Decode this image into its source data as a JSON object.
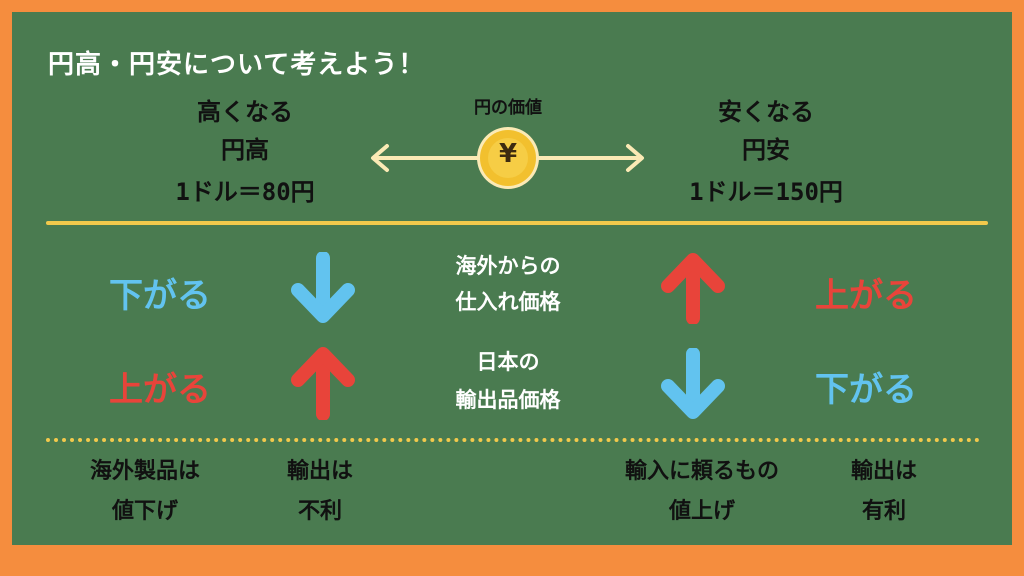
{
  "title": "円高・円安について考えよう！",
  "top": {
    "left_line1": "高くなる",
    "left_line2": "円高",
    "left_rate": "1ドル＝80円",
    "center_label": "円の価値",
    "yen_symbol": "¥",
    "right_line1": "安くなる",
    "right_line2": "円安",
    "right_rate": "1ドル＝150円"
  },
  "rows": [
    {
      "label_line1": "海外からの",
      "label_line2": "仕入れ価格",
      "left_text": "下がる",
      "left_dir": "down",
      "right_text": "上がる",
      "right_dir": "up"
    },
    {
      "label_line1": "日本の",
      "label_line2": "輸出品価格",
      "left_text": "上がる",
      "left_dir": "up",
      "right_text": "下がる",
      "right_dir": "down"
    }
  ],
  "bottom": {
    "c1_line1": "海外製品は",
    "c1_line2": "値下げ",
    "c2_line1": "輸出は",
    "c2_line2": "不利",
    "c3_line1": "輸入に頼るもの",
    "c3_line2": "値上げ",
    "c4_line1": "輸出は",
    "c4_line2": "有利"
  },
  "colors": {
    "background_frame": "#f58d3e",
    "board": "#4a7b50",
    "yellow_line": "#f2c94c",
    "blue": "#62c3ef",
    "red": "#e8443a",
    "cream_arrow": "#fbeab5",
    "coin": "#f2c02e"
  }
}
